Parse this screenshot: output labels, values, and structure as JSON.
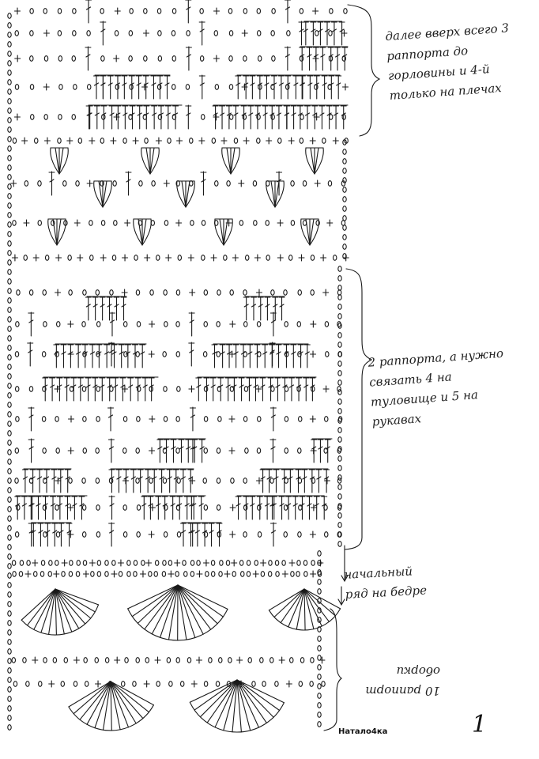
{
  "notes": {
    "top": "далее вверх всего 3 раппорта до горловины и 4-й только на плечах",
    "middle": "2 раппорта, а нужно связать 4 на туловище и 5 на рукавах",
    "start_row": "начальный ряд на бедре",
    "bottom": "10 раппорт оборки"
  },
  "author": "Натало4ка",
  "page_number": "1"
}
